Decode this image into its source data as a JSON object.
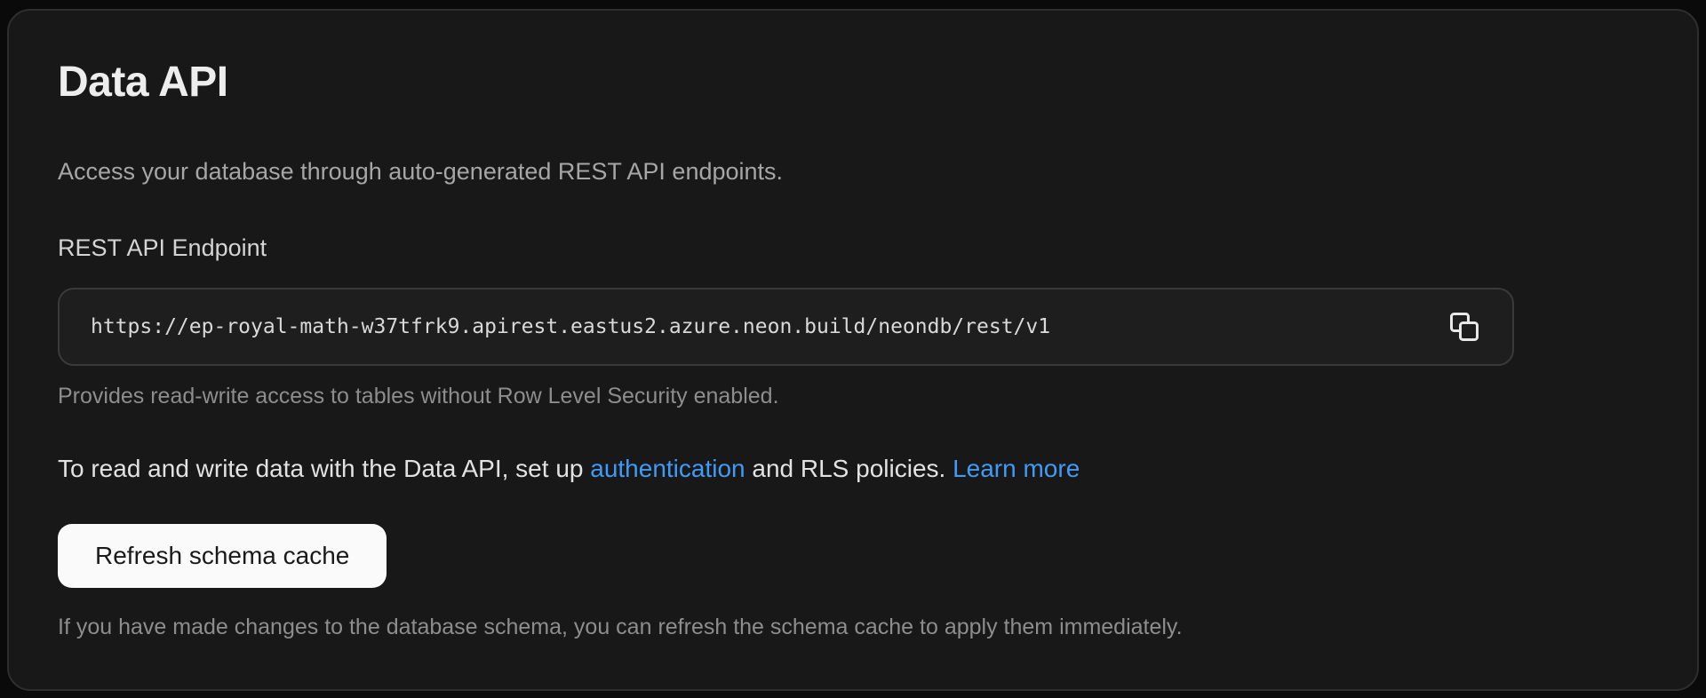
{
  "panel": {
    "title": "Data API",
    "description": "Access your database through auto-generated REST API endpoints.",
    "endpoint": {
      "label": "REST API Endpoint",
      "url": "https://ep-royal-math-w37tfrk9.apirest.eastus2.azure.neon.build/neondb/rest/v1",
      "helper": "Provides read-write access to tables without Row Level Security enabled."
    },
    "auth_note": {
      "text_before": "To read and write data with the Data API, set up ",
      "link_authentication": "authentication",
      "text_middle": " and RLS policies. ",
      "link_learn_more": "Learn more"
    },
    "refresh": {
      "button_label": "Refresh schema cache",
      "helper": "If you have made changes to the database schema, you can refresh the schema cache to apply them immediately."
    },
    "colors": {
      "link": "#3f9bf5",
      "panel_background": "#181818",
      "panel_border": "#2e2e2e",
      "field_background": "#1e1e1e",
      "button_background": "#fafafa",
      "button_text": "#1a1a1a",
      "title_text": "#ededed",
      "muted_text": "#8d8d8d"
    }
  }
}
